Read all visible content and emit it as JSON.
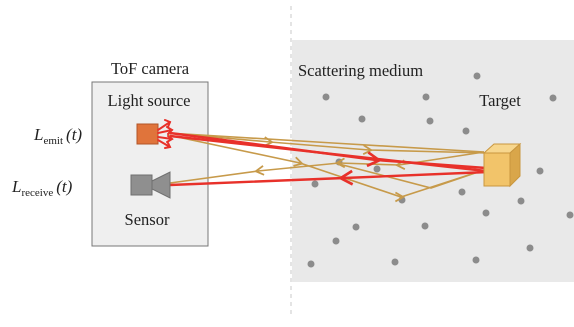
{
  "camera": {
    "title": "ToF camera",
    "light_source_label": "Light source",
    "sensor_label": "Sensor",
    "box_fill": "#efefef",
    "box_stroke": "#777777"
  },
  "signals": {
    "emit": {
      "symbol": "L",
      "subscript": "emit",
      "arg": "(t)"
    },
    "receive": {
      "symbol": "L",
      "subscript": "receive",
      "arg": "(t)"
    }
  },
  "medium": {
    "label": "Scattering medium",
    "fill": "#e9e9e9",
    "particle_color": "#8c8c8c"
  },
  "target": {
    "label": "Target",
    "front_color": "#f2c46a",
    "top_color": "#f7d68d",
    "side_color": "#d9a64a"
  },
  "colors": {
    "direct_path": "#e8312a",
    "scattered_path": "#c79a4a",
    "light_source": "#e0743b",
    "sensor": "#8f8f8f",
    "divider": "#c8c8c8"
  }
}
